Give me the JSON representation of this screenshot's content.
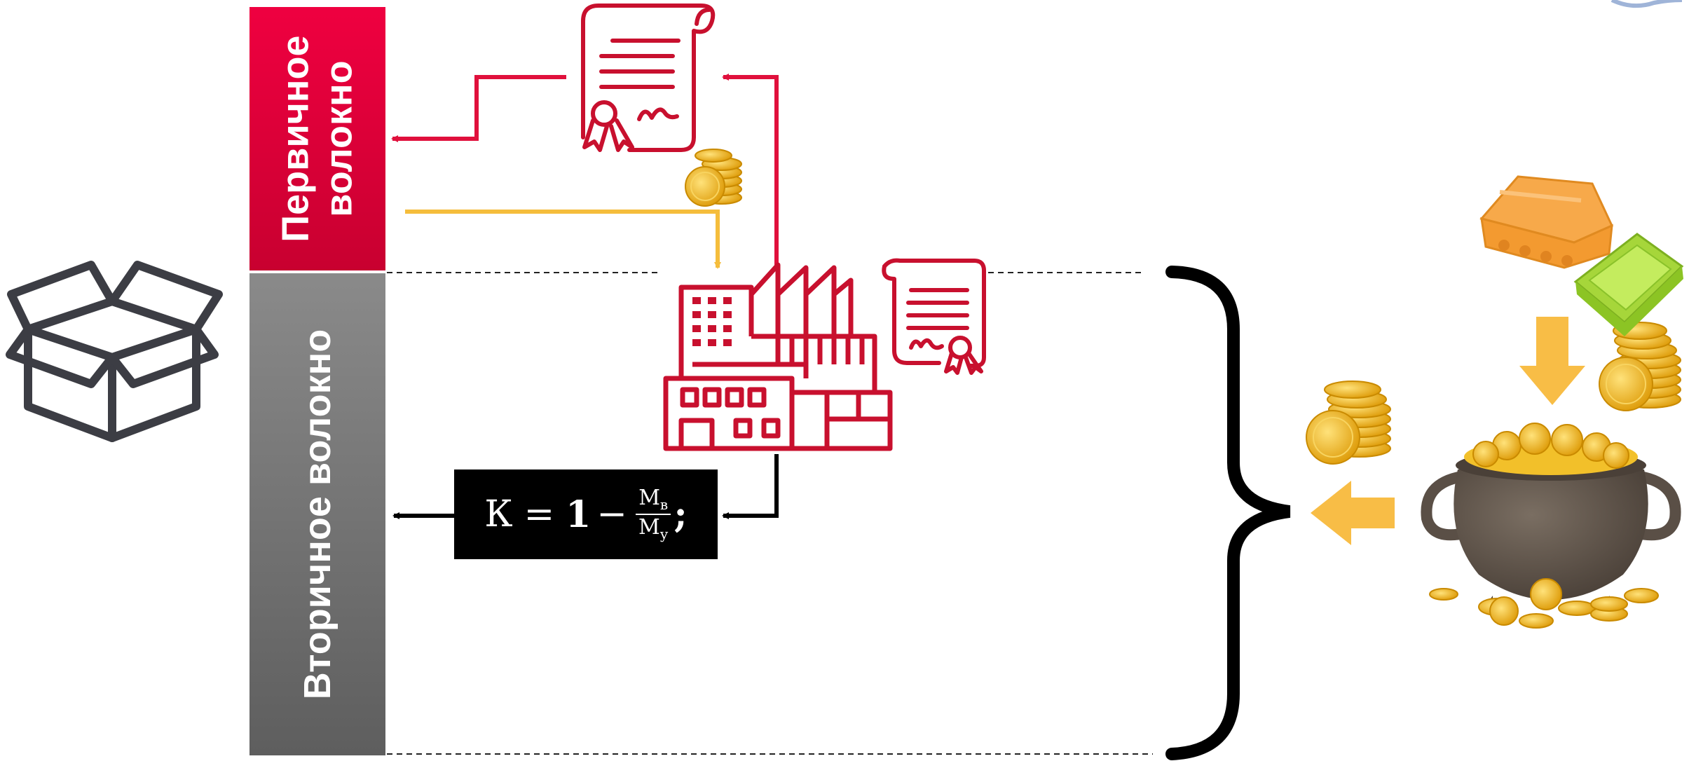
{
  "primary_fiber": {
    "label": "Первичное\nволокно",
    "color": "#e8003a"
  },
  "secondary_fiber": {
    "label": "Вторичное волокно",
    "color": "#6e6e6e"
  },
  "formula": {
    "lhs": "К",
    "equals": "=",
    "one": "1",
    "minus": "−",
    "numerator": "М",
    "numerator_sub": "в",
    "denominator": "М",
    "denominator_sub": "у",
    "semicolon": ";"
  },
  "colors": {
    "accent_red": "#c8102e",
    "accent_yellow": "#f5b400",
    "formula_bg": "#000000",
    "box_icon": "#3c3d44"
  },
  "icons": [
    "box-icon",
    "certificate-icon",
    "coin-stack-icon",
    "factory-icon",
    "certificate-icon",
    "curly-brace",
    "egg-carton-icon",
    "food-tray-icon",
    "pot-of-gold-icon",
    "arrow-down-icon",
    "arrow-left-icon"
  ]
}
